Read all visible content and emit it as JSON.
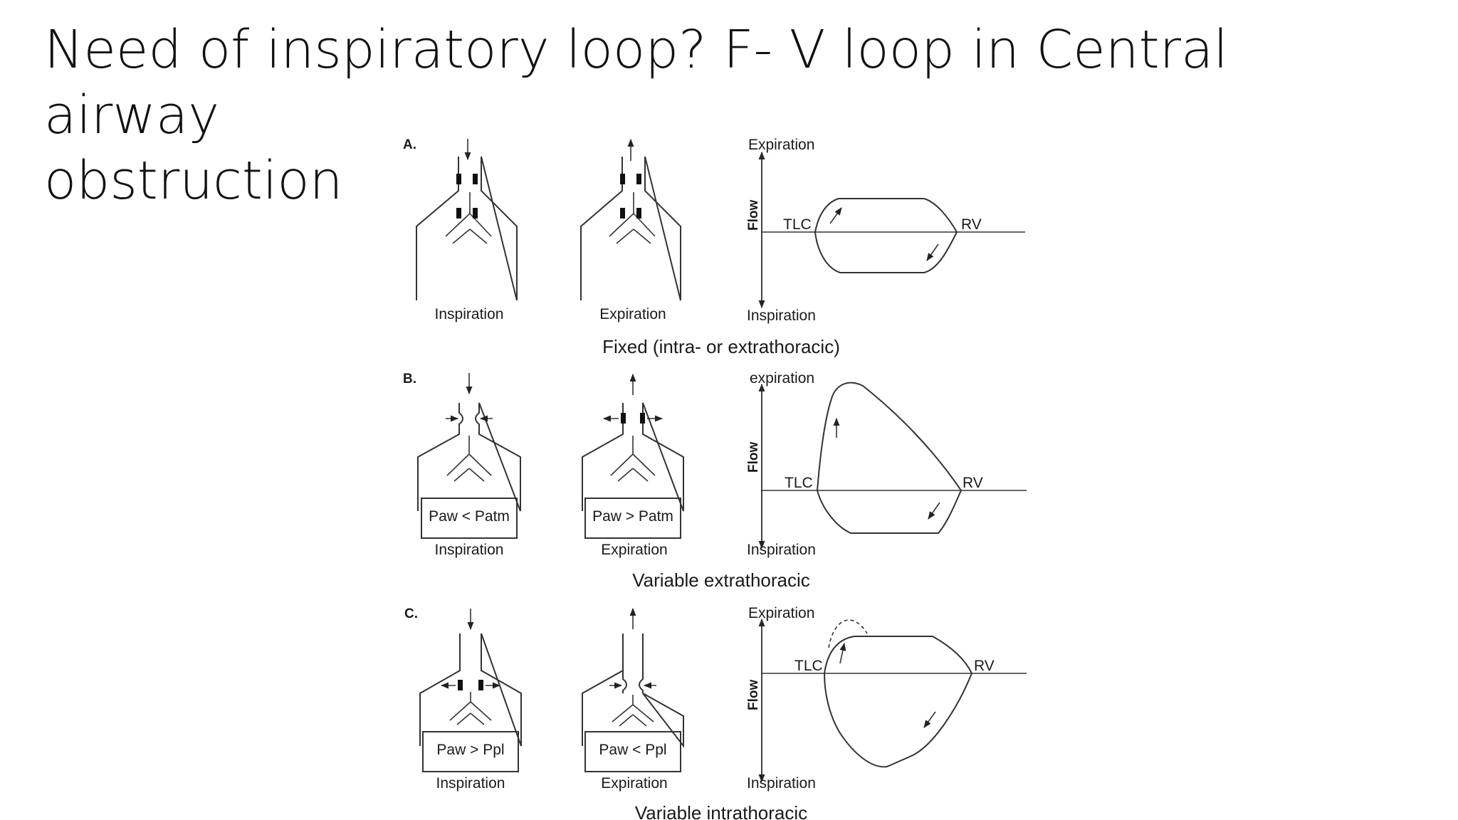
{
  "title": {
    "line1": "Need of inspiratory loop? F- V loop in Central airway",
    "line2": "obstruction"
  },
  "panels": [
    {
      "letter": "A.",
      "left_caption": "Inspiration",
      "mid_caption": "Expiration",
      "flow_axis": {
        "top": "Expiration",
        "bottom": "Inspiration",
        "side": "Flow",
        "left_marker": "TLC",
        "right_marker": "RV"
      },
      "caption": "Fixed (intra- or extrathoracic)"
    },
    {
      "letter": "B.",
      "left_caption": "Inspiration",
      "mid_caption": "Expiration",
      "left_inner": "Paw < Patm",
      "mid_inner": "Paw > Patm",
      "flow_axis": {
        "top": "expiration",
        "bottom": "Inspiration",
        "side": "Flow",
        "left_marker": "TLC",
        "right_marker": "RV"
      },
      "caption": "Variable extrathoracic"
    },
    {
      "letter": "C.",
      "left_caption": "Inspiration",
      "mid_caption": "Expiration",
      "left_inner": "Paw > Ppl",
      "mid_inner": "Paw < Ppl",
      "flow_axis": {
        "top": "Expiration",
        "bottom": "Inspiration",
        "side": "Flow",
        "left_marker": "TLC",
        "right_marker": "RV"
      },
      "caption": "Variable intrathoracic"
    }
  ]
}
